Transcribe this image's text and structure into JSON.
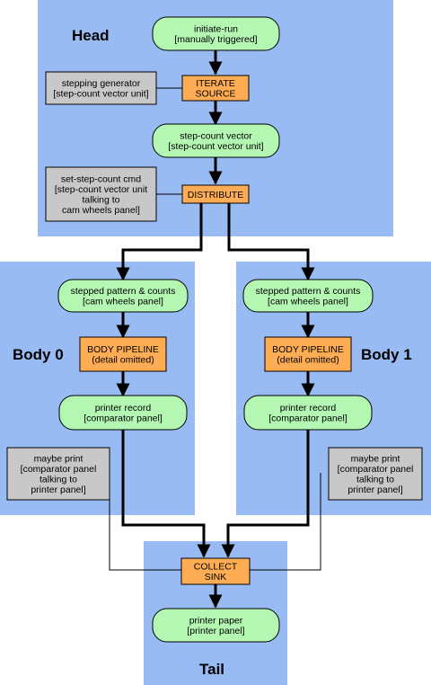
{
  "regions": {
    "head": {
      "label": "Head"
    },
    "body0": {
      "label": "Body 0"
    },
    "body1": {
      "label": "Body 1"
    },
    "tail": {
      "label": "Tail"
    }
  },
  "nodes": {
    "initiate_run": {
      "lines": [
        "initiate-run",
        "[manually triggered]"
      ]
    },
    "stepping_generator": {
      "lines": [
        "stepping generator",
        "[step-count vector unit]"
      ]
    },
    "iterate_source": {
      "lines": [
        "ITERATE",
        "SOURCE"
      ]
    },
    "step_count_vector": {
      "lines": [
        "step-count vector",
        "[step-count vector unit]"
      ]
    },
    "set_step_count_cmd": {
      "lines": [
        "set-step-count cmd",
        "[step-count vector unit",
        "talking to",
        "cam wheels panel]"
      ]
    },
    "distribute": {
      "lines": [
        "DISTRIBUTE"
      ]
    },
    "stepped_pattern_0": {
      "lines": [
        "stepped pattern & counts",
        "[cam wheels panel]"
      ]
    },
    "body_pipeline_0": {
      "lines": [
        "BODY PIPELINE",
        "(detail omitted)"
      ]
    },
    "printer_record_0": {
      "lines": [
        "printer record",
        "[comparator panel]"
      ]
    },
    "maybe_print_0": {
      "lines": [
        "maybe print",
        "[comparator panel",
        "talking to",
        "printer panel]"
      ]
    },
    "stepped_pattern_1": {
      "lines": [
        "stepped pattern & counts",
        "[cam wheels panel]"
      ]
    },
    "body_pipeline_1": {
      "lines": [
        "BODY PIPELINE",
        "(detail omitted)"
      ]
    },
    "printer_record_1": {
      "lines": [
        "printer record",
        "[comparator panel]"
      ]
    },
    "maybe_print_1": {
      "lines": [
        "maybe print",
        "[comparator panel",
        "talking to",
        "printer panel]"
      ]
    },
    "collect_sink": {
      "lines": [
        "COLLECT",
        "SINK"
      ]
    },
    "printer_paper": {
      "lines": [
        "printer paper",
        "[printer panel]"
      ]
    }
  },
  "colors": {
    "region_fill": "#99bbf3",
    "data_node_fill": "#b3f7b3",
    "operator_fill": "#ffad55",
    "annotation_fill": "#c8c8c8",
    "edge": "#000000"
  }
}
